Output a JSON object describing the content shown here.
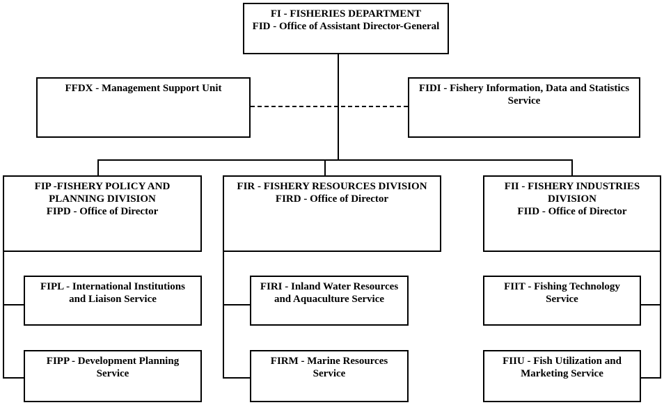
{
  "diagram": {
    "type": "org-chart",
    "background_color": "#ffffff",
    "line_color": "#000000",
    "nodes": {
      "fi": {
        "lines": [
          "FI - FISHERIES DEPARTMENT",
          "FID - Office of Assistant Director-General"
        ]
      },
      "ffdx": {
        "lines": [
          "FFDX - Management Support Unit"
        ]
      },
      "fidi": {
        "lines": [
          "FIDI - Fishery Information, Data and Statistics",
          "Service"
        ]
      },
      "fip": {
        "lines": [
          "FIP -FISHERY POLICY AND",
          "PLANNING DIVISION",
          "FIPD - Office of Director"
        ]
      },
      "fir": {
        "lines": [
          "FIR - FISHERY RESOURCES DIVISION",
          "FIRD - Office of Director"
        ]
      },
      "fii": {
        "lines": [
          "FII - FISHERY INDUSTRIES",
          "DIVISION",
          "FIID - Office of Director"
        ]
      },
      "fipl": {
        "lines": [
          "FIPL - International Institutions",
          "and Liaison Service"
        ]
      },
      "fipp": {
        "lines": [
          "FIPP - Development Planning",
          "Service"
        ]
      },
      "firi": {
        "lines": [
          "FIRI - Inland Water Resources",
          "and Aquaculture Service"
        ]
      },
      "firm": {
        "lines": [
          "FIRM - Marine Resources",
          "Service"
        ]
      },
      "fiit": {
        "lines": [
          "FIIT - Fishing Technology",
          "Service"
        ]
      },
      "fiiu": {
        "lines": [
          "FIIU - Fish Utilization and",
          "Marketing Service"
        ]
      }
    },
    "edges": [
      {
        "from": "fi",
        "to": "ffdx",
        "style": "dashed"
      },
      {
        "from": "fi",
        "to": "fidi",
        "style": "dashed"
      },
      {
        "from": "fi",
        "to": "fip",
        "style": "solid"
      },
      {
        "from": "fi",
        "to": "fir",
        "style": "solid"
      },
      {
        "from": "fi",
        "to": "fii",
        "style": "solid"
      },
      {
        "from": "fip",
        "to": "fipl",
        "style": "solid"
      },
      {
        "from": "fip",
        "to": "fipp",
        "style": "solid"
      },
      {
        "from": "fir",
        "to": "firi",
        "style": "solid"
      },
      {
        "from": "fir",
        "to": "firm",
        "style": "solid"
      },
      {
        "from": "fii",
        "to": "fiit",
        "style": "solid"
      },
      {
        "from": "fii",
        "to": "fiiu",
        "style": "solid"
      }
    ]
  }
}
